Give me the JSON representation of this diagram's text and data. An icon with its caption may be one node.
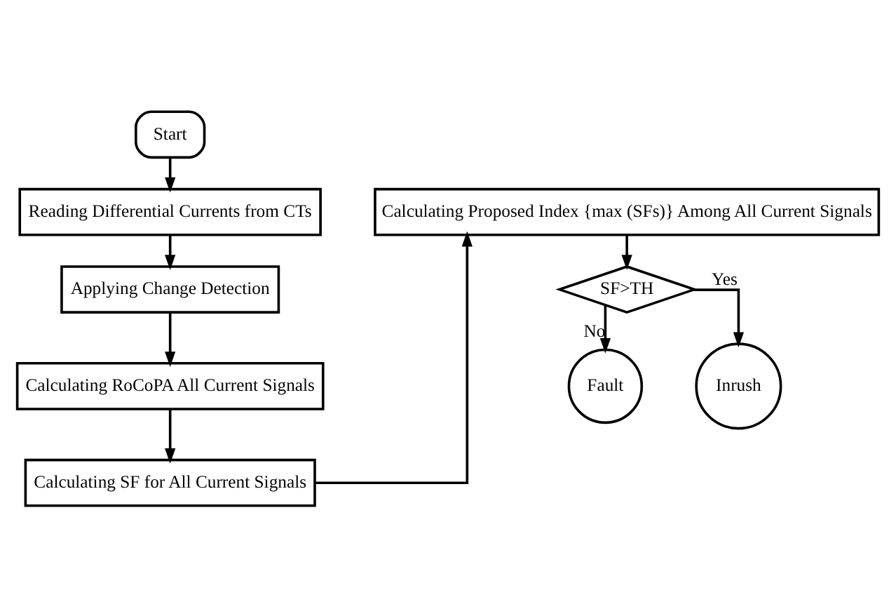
{
  "diagram": {
    "nodes": [
      {
        "text": [
          "Start"
        ]
      },
      {
        "text": [
          "Reading Differential Currents from CTs"
        ]
      },
      {
        "text": [
          "Applying Change Detection"
        ]
      },
      {
        "text": [
          "Calculating RoCoPA All Current Signals"
        ]
      },
      {
        "text": [
          "Calculating SF for All Current Signals"
        ]
      },
      {
        "text": [
          "Calculating Proposed Index {max (SFs)} Among All Current Signals"
        ]
      },
      {
        "text": [
          "SF>TH"
        ]
      },
      {
        "text": [
          "Fault"
        ]
      },
      {
        "text": [
          "Inrush"
        ]
      }
    ],
    "edges": [
      {
        "from": 0,
        "to": 1,
        "arrow": "to"
      },
      {
        "from": 1,
        "to": 2,
        "arrow": "to"
      },
      {
        "from": 2,
        "to": 3,
        "arrow": "to"
      },
      {
        "from": 3,
        "to": 4,
        "arrow": "to"
      },
      {
        "from": 4,
        "to": 5,
        "arrow": "to"
      },
      {
        "from": 5,
        "to": 6,
        "arrow": "to"
      },
      {
        "from": 6,
        "to": 7,
        "label": "No",
        "arrow": "to"
      },
      {
        "from": 6,
        "to": 8,
        "label": "Yes",
        "arrow": "to"
      }
    ]
  }
}
